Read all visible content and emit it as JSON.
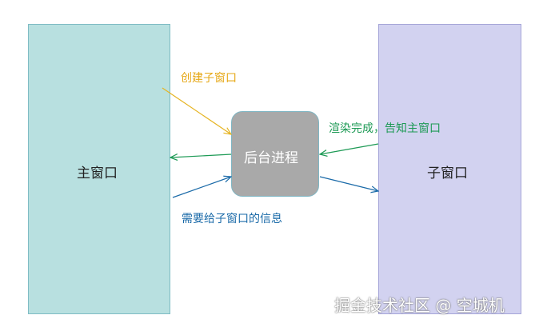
{
  "nodes": {
    "main_window": "主窗口",
    "background_process": "后台进程",
    "child_window": "子窗口"
  },
  "edges": {
    "create_child": "创建子窗口",
    "render_done": "渲染完成，告知主窗口",
    "needed_info": "需要给子窗口的信息"
  },
  "watermark": "掘金技术社区 @ 空城机",
  "colors": {
    "create_child": "#e6b422",
    "render_done": "#1d9a55",
    "needed_info": "#1a6aa8"
  }
}
